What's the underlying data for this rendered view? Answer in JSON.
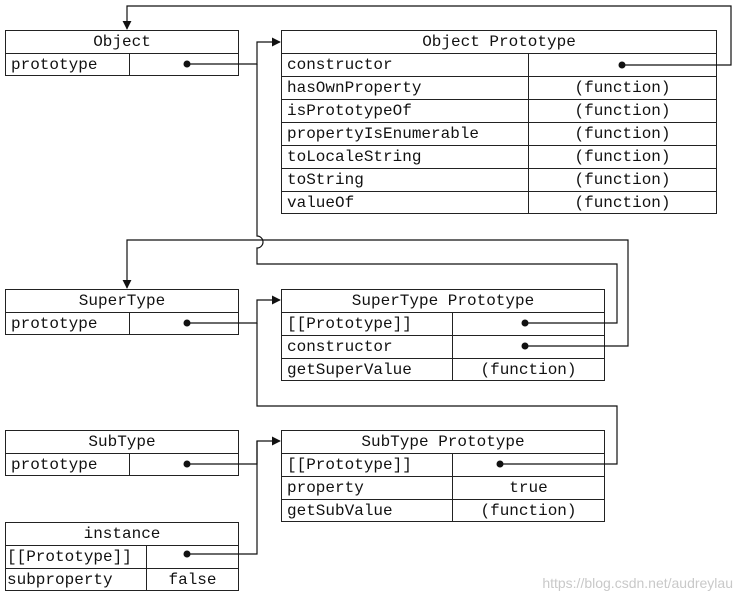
{
  "object": {
    "title": "Object",
    "rows": [
      {
        "key": "prototype",
        "value": ""
      }
    ]
  },
  "object_prototype": {
    "title": "Object Prototype",
    "rows": [
      {
        "key": "constructor",
        "value": ""
      },
      {
        "key": "hasOwnProperty",
        "value": "(function)"
      },
      {
        "key": "isPrototypeOf",
        "value": "(function)"
      },
      {
        "key": "propertyIsEnumerable",
        "value": "(function)"
      },
      {
        "key": "toLocaleString",
        "value": "(function)"
      },
      {
        "key": "toString",
        "value": "(function)"
      },
      {
        "key": "valueOf",
        "value": "(function)"
      }
    ]
  },
  "supertype": {
    "title": "SuperType",
    "rows": [
      {
        "key": "prototype",
        "value": ""
      }
    ]
  },
  "supertype_prototype": {
    "title": "SuperType Prototype",
    "rows": [
      {
        "key": "[[Prototype]]",
        "value": ""
      },
      {
        "key": "constructor",
        "value": ""
      },
      {
        "key": "getSuperValue",
        "value": "(function)"
      }
    ]
  },
  "subtype": {
    "title": "SubType",
    "rows": [
      {
        "key": "prototype",
        "value": ""
      }
    ]
  },
  "subtype_prototype": {
    "title": "SubType Prototype",
    "rows": [
      {
        "key": "[[Prototype]]",
        "value": ""
      },
      {
        "key": "property",
        "value": "true"
      },
      {
        "key": "getSubValue",
        "value": "(function)"
      }
    ]
  },
  "instance": {
    "title": "instance",
    "rows": [
      {
        "key": "[[Prototype]]",
        "value": ""
      },
      {
        "key": "subproperty",
        "value": "false"
      }
    ]
  },
  "watermark": "https://blog.csdn.net/audreylau"
}
